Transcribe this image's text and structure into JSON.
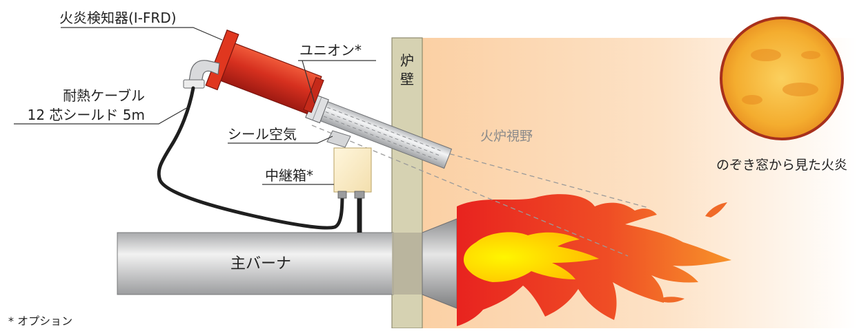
{
  "labels": {
    "detector": "火炎検知器(I-FRD)",
    "union": "ユニオン*",
    "wall_1": "炉",
    "wall_2": "壁",
    "cable_1": "耐熱ケーブル",
    "cable_2": "12 芯シールド 5m",
    "seal_air": "シール空気",
    "junction_box": "中継箱*",
    "view_field": "火炉視野",
    "peephole": "のぞき窓から見た火炎",
    "burner": "主バーナ",
    "footnote": "* オプション"
  },
  "colors": {
    "detector_red": "#d9301f",
    "flange_red": "#e0371f",
    "wall": "#d6d2b2",
    "furnace_bg": "#fcd9b4",
    "flame_outer": "#ef4a2a",
    "flame_inner": "#ffe300",
    "peephole_orange": "#f2a12c",
    "burner_gray": "#c8c9cb",
    "cable": "#1f1f1f"
  }
}
